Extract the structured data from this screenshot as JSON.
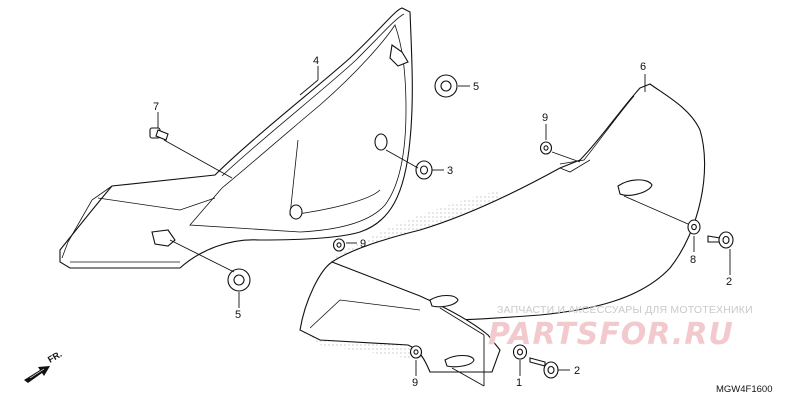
{
  "callouts": {
    "c4": "4",
    "c6": "6",
    "c7": "7",
    "c5a": "5",
    "c5b": "5",
    "c3": "3",
    "c9a": "9",
    "c9b": "9",
    "c9c": "9",
    "c8": "8",
    "c2a": "2",
    "c2b": "2",
    "c1": "1"
  },
  "watermark": {
    "tagline": "ЗАПЧАСТИ И АКСЕССУАРЫ ДЛЯ МОТОТЕХНИКИ",
    "brand": "PARTSFOR.RU"
  },
  "direction_label": "FR.",
  "diagram_code": "MGW4F1600",
  "colors": {
    "line": "#111111",
    "watermark_brand": "#f2c9cc",
    "watermark_text": "#c9c9c9"
  }
}
